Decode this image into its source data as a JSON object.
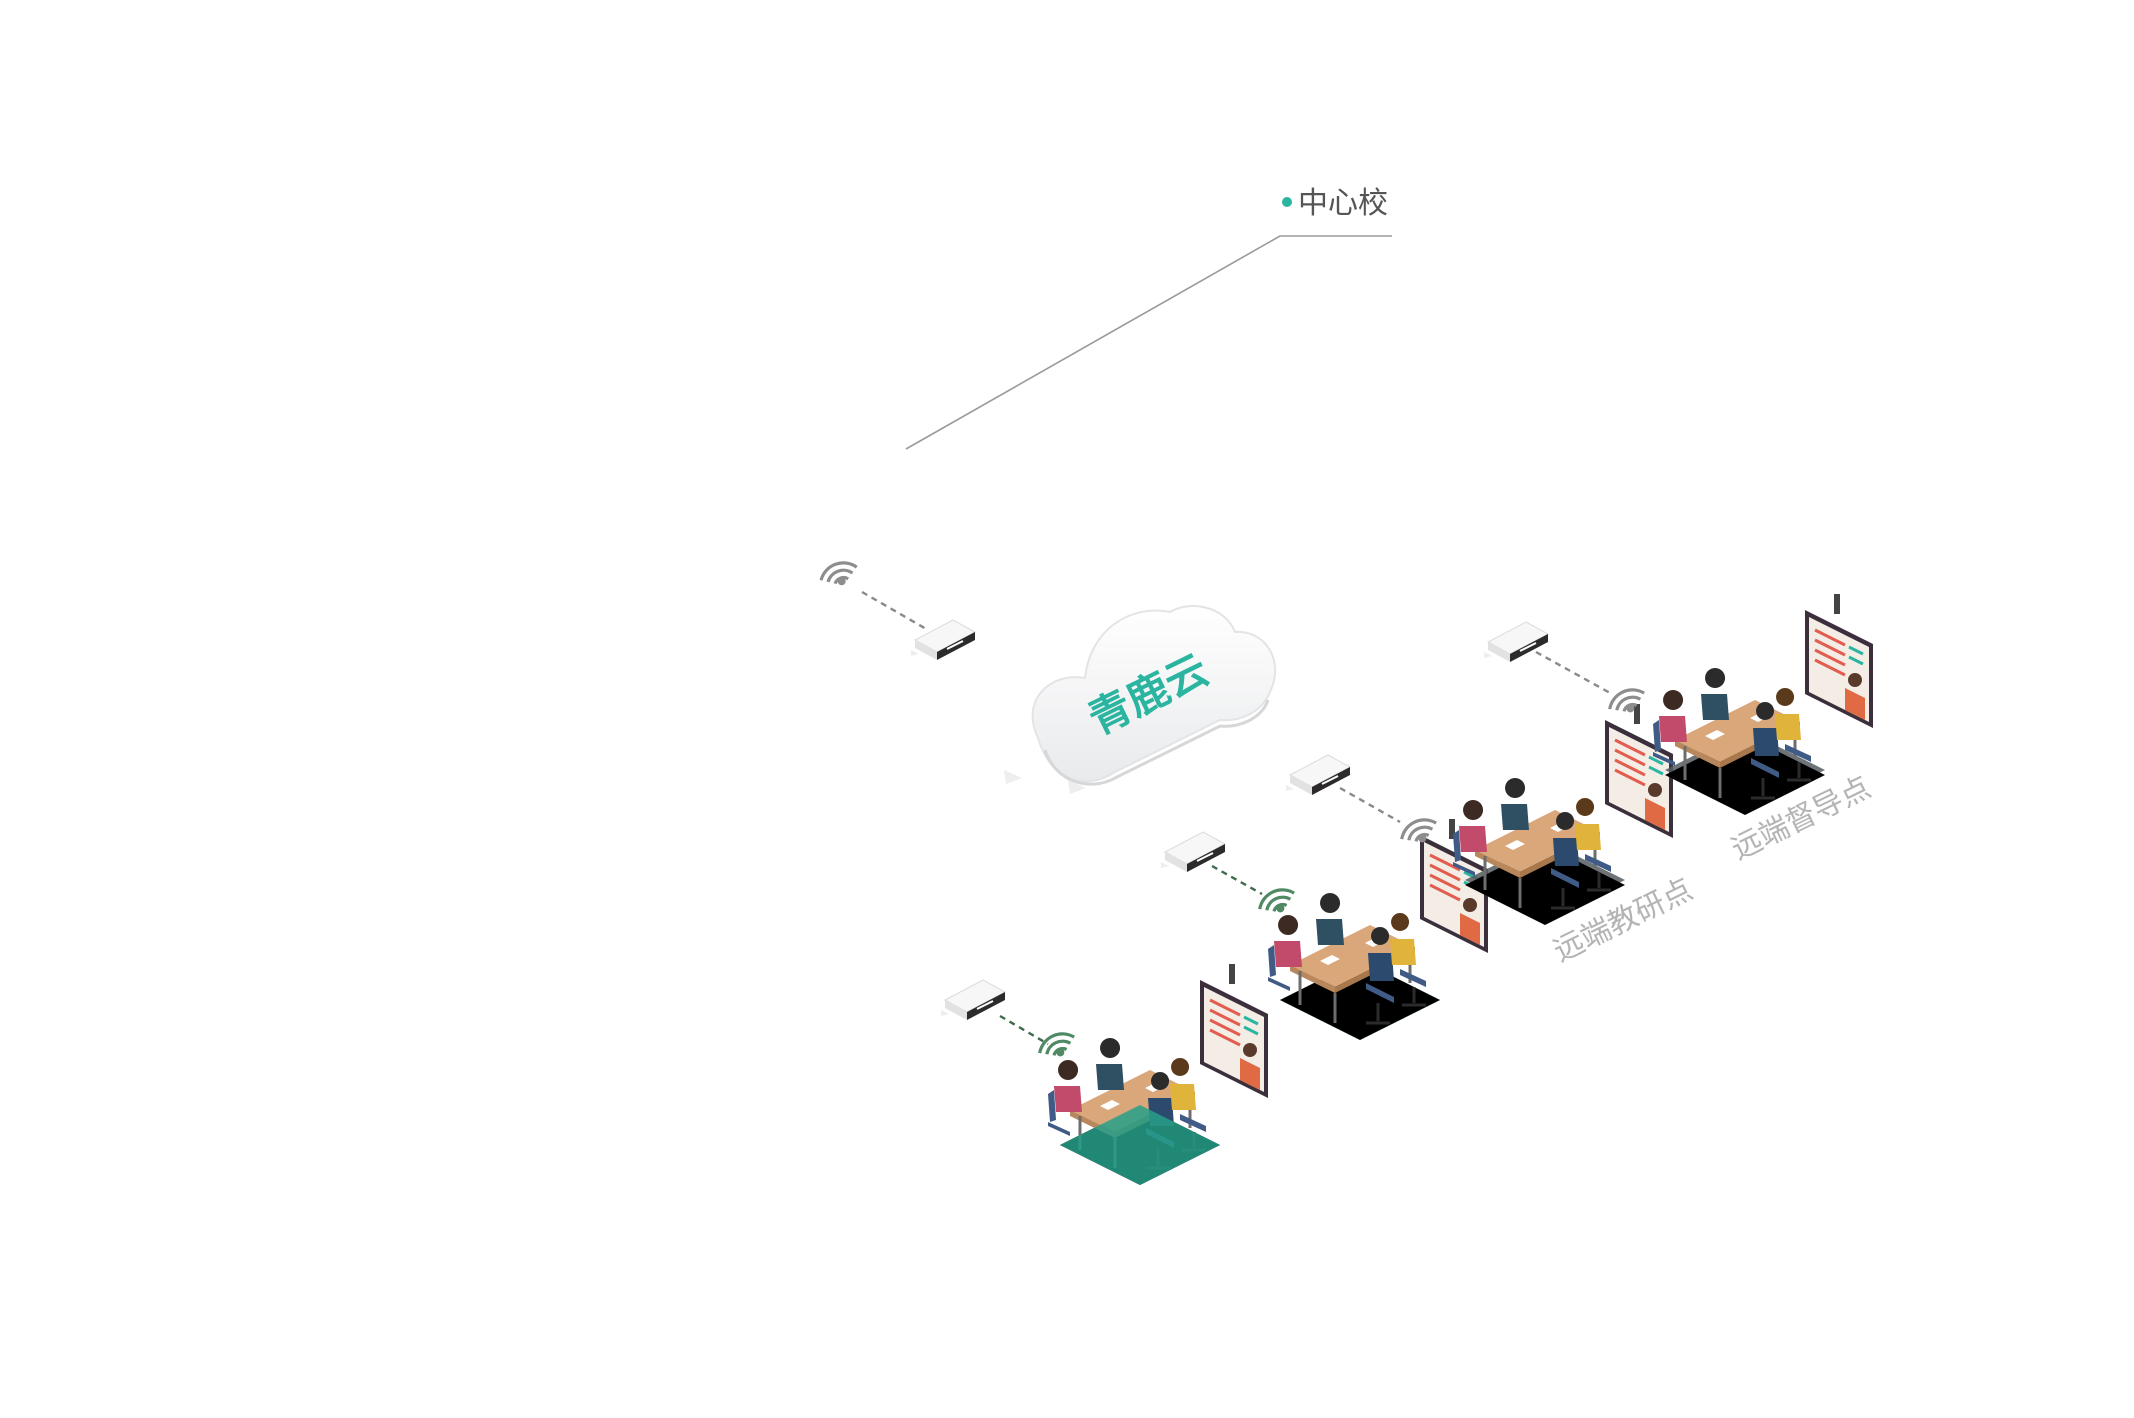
{
  "diagram": {
    "center_label": "中心校",
    "cloud_label": "青鹿云",
    "remote_labels": [
      "远端教研点",
      "远端督导点"
    ],
    "colors": {
      "accent": "#2bb5a0",
      "line": "#9a9a9a",
      "label_gray": "#b4b4b4",
      "dash_green": "#4a7a5a",
      "dash_gray": "#8a8a8a",
      "floor_teal": "#26a08a",
      "floor_dark": "#555a5f",
      "table": "#d8a77a"
    }
  }
}
